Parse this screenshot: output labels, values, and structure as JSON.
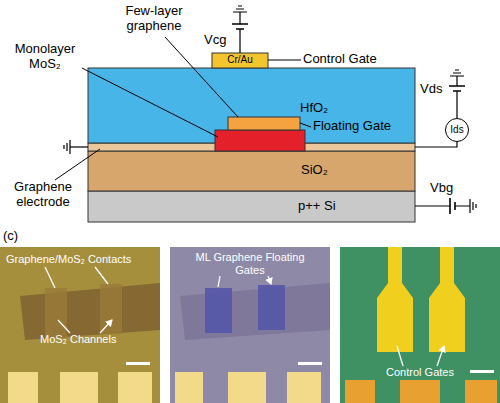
{
  "diagram": {
    "nodes": [
      {
        "text": [
          "Cr/Au"
        ]
      },
      {
        "text": [
          "HfO₂"
        ]
      },
      {
        "text": [
          "Ids"
        ]
      },
      {
        "text": [
          "SiO₂"
        ]
      },
      {
        "text": [
          "p++ Si"
        ]
      },
      {
        "text": [
          "Graphene/MoS₂ Contacts",
          "MoS₂ Channels"
        ]
      },
      {
        "text": [
          "ML Graphene Floating Gates"
        ]
      },
      {
        "text": [
          "Control Gates"
        ]
      }
    ],
    "labels": [
      "Few-layer graphene",
      "Monolayer MoS₂",
      "Vcg",
      "Control Gate",
      "Vds",
      "Floating Gate",
      "Graphene electrode",
      "Vbg",
      "(c)"
    ]
  }
}
